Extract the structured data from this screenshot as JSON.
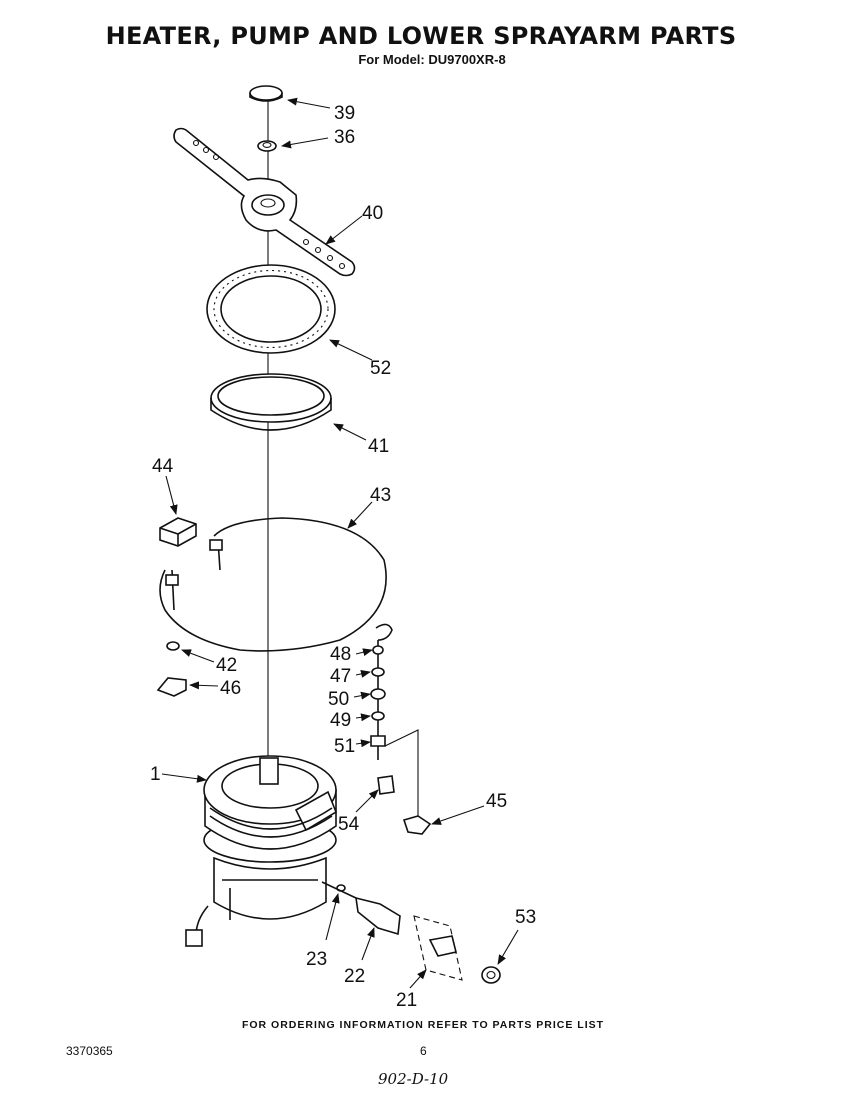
{
  "header": {
    "title": "HEATER, PUMP AND LOWER SPRAYARM  PARTS",
    "subtitle": "For Model: DU9700XR-8"
  },
  "callouts": {
    "c39": "39",
    "c36": "36",
    "c40": "40",
    "c52": "52",
    "c41": "41",
    "c44": "44",
    "c43": "43",
    "c48": "48",
    "c47": "47",
    "c42": "42",
    "c46": "46",
    "c50": "50",
    "c49": "49",
    "c51": "51",
    "c1": "1",
    "c45": "45",
    "c54": "54",
    "c53": "53",
    "c23": "23",
    "c22": "22",
    "c21": "21"
  },
  "footer": {
    "note": "FOR ORDERING INFORMATION REFER TO PARTS PRICE LIST",
    "doc_number": "3370365",
    "page_number": "6",
    "handwritten": "902-D-10"
  }
}
